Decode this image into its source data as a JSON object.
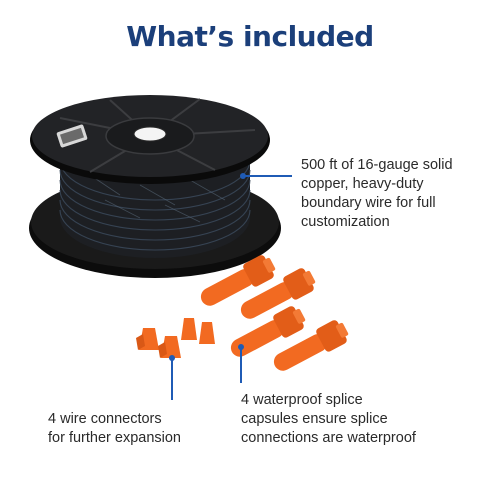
{
  "title": "What’s included",
  "colors": {
    "title": "#1b3f7a",
    "accent_line": "#1f5bb5",
    "orange": "#f26a21",
    "spool": "#111111",
    "text": "#2a2a2a"
  },
  "callouts": {
    "wire": {
      "lines": [
        "500 ft of 16-gauge solid",
        "copper, heavy-duty",
        "boundary wire for full",
        "customization"
      ]
    },
    "connectors": {
      "lines": [
        "4 wire connectors",
        "for further expansion"
      ]
    },
    "capsules": {
      "lines": [
        "4 waterproof splice",
        "capsules ensure splice",
        "connections are waterproof"
      ]
    }
  },
  "icons": {
    "spool": "wire-spool-image",
    "connectors": "wire-connector-icon",
    "capsules": "splice-capsule-icon"
  }
}
